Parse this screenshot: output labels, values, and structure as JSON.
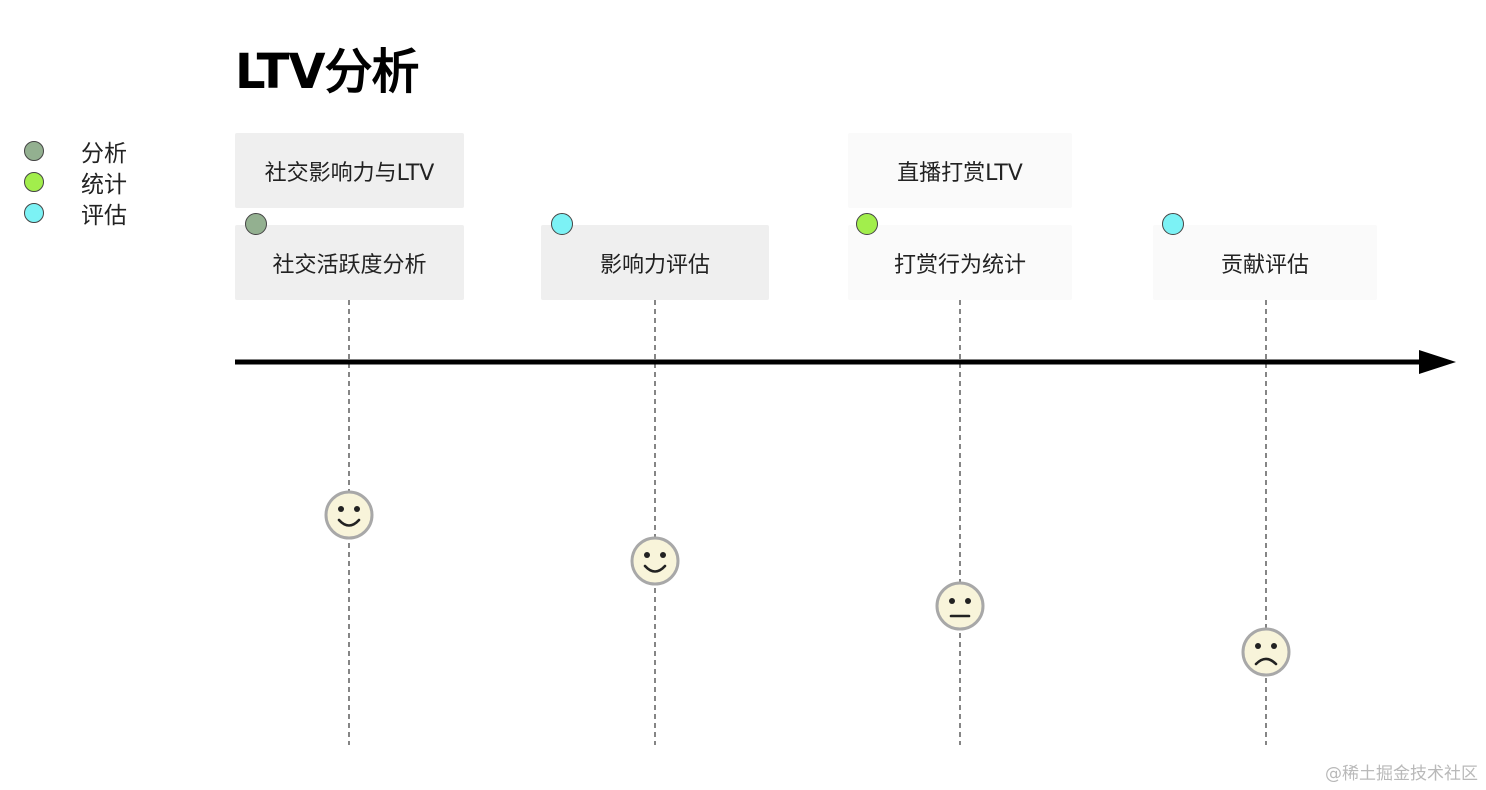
{
  "title": "LTV分析",
  "legend": [
    {
      "label": "分析",
      "color": "#93b090"
    },
    {
      "label": "统计",
      "color": "#a2ee4c"
    },
    {
      "label": "评估",
      "color": "#7cf2f5"
    }
  ],
  "groups": [
    {
      "label": "社交影响力与LTV"
    },
    {
      "label": "直播打赏LTV"
    }
  ],
  "stages": [
    {
      "label": "社交活跃度分析",
      "category": "分析",
      "color": "#93b090",
      "mood": "happy"
    },
    {
      "label": "影响力评估",
      "category": "评估",
      "color": "#7cf2f5",
      "mood": "happy"
    },
    {
      "label": "打赏行为统计",
      "category": "统计",
      "color": "#a2ee4c",
      "mood": "neutral"
    },
    {
      "label": "贡献评估",
      "category": "评估",
      "color": "#7cf2f5",
      "mood": "sad"
    }
  ],
  "watermark": "@稀土掘金技术社区"
}
